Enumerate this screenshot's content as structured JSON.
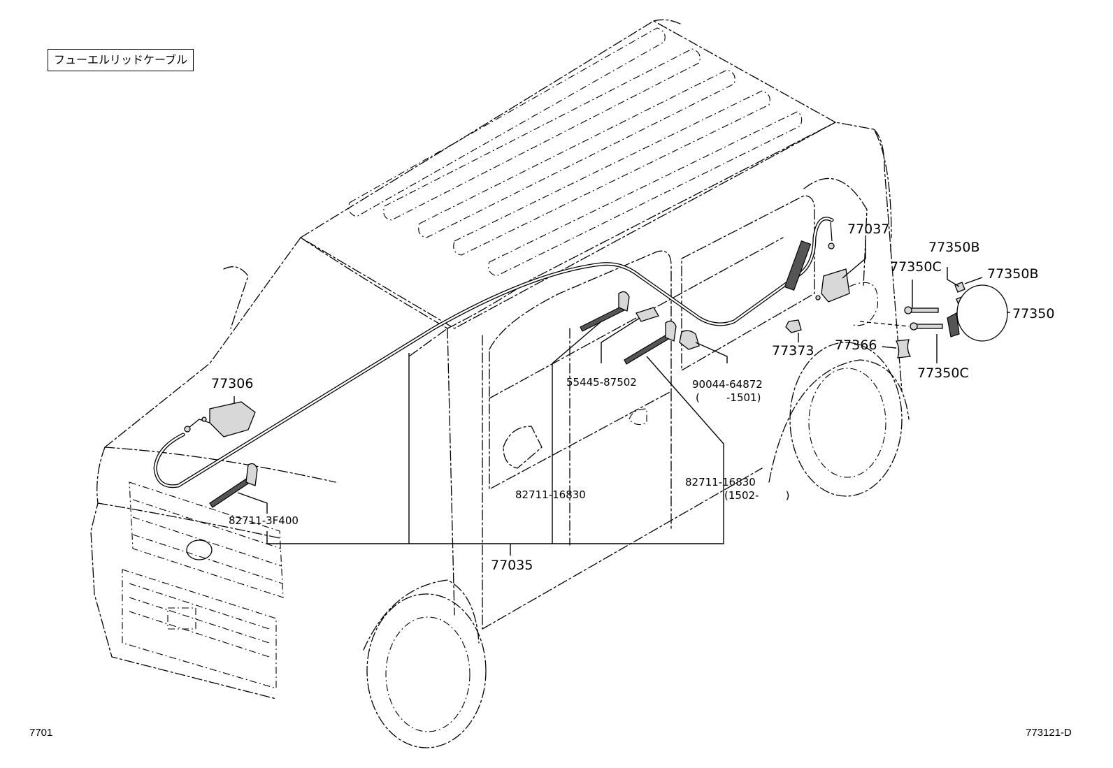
{
  "title": "フューエルリッドケーブル",
  "figure_ref": "7701",
  "diagram_code": "773121-D",
  "parts": {
    "p77306": "77306",
    "p82711_3F400": "82711-3F400",
    "p82711_16830_a": "82711-16830",
    "p77035": "77035",
    "p55445": "55445-87502",
    "p90044": "90044-64872",
    "p90044_range": "(        -1501)",
    "p82711_16830_b": "82711-16830",
    "p82711_16830_b_range": "(1502-        )",
    "p77037": "77037",
    "p77373": "77373",
    "p77366": "77366",
    "p77350C_top": "77350C",
    "p77350C_bottom": "77350C",
    "p77350B_top": "77350B",
    "p77350B_right": "77350B",
    "p77350": "77350"
  }
}
